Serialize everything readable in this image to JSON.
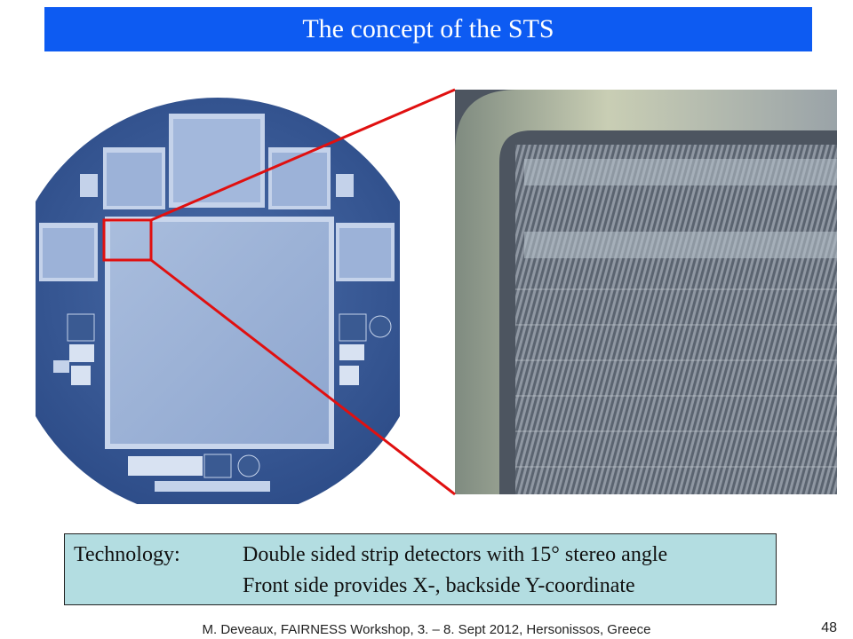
{
  "slide": {
    "title": "The concept of the STS",
    "technology": {
      "label": "Technology:",
      "line1": "Double sided strip detectors with 15° stereo angle",
      "line2": "Front side provides X-, backside Y-coordinate"
    },
    "footer": "M. Deveaux, FAIRNESS Workshop, 3. – 8. Sept 2012, Hersonissos, Greece",
    "page_number": "48"
  },
  "colors": {
    "title_bar": "#0d5bf2",
    "title_text": "#ffffff",
    "info_box": "#b3dde1",
    "callout": "#e01010"
  },
  "images": {
    "wafer": "silicon-wafer-photo",
    "zoom": "sensor-corner-microphotograph"
  }
}
